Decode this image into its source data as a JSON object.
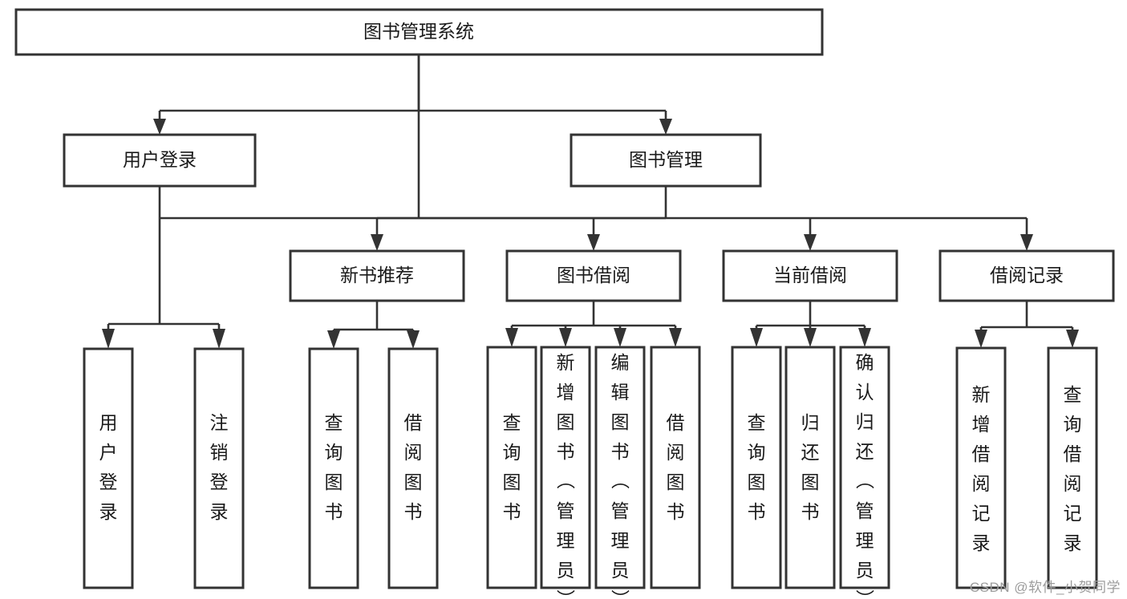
{
  "diagram": {
    "type": "tree-hierarchy-chart",
    "title": "图书管理系统",
    "watermark": "CSDN @软件_小贺同学",
    "colors": {
      "box_fill": "#ffffff",
      "box_stroke": "#333333",
      "text": "#1a1a1a",
      "connector": "#333333",
      "watermark": "#9c9c9c",
      "background": "#ffffff"
    },
    "nodes": {
      "root": {
        "label": "图书管理系统",
        "level": 1,
        "orientation": "horizontal"
      },
      "level2": [
        {
          "id": "user-login",
          "label": "用户登录",
          "orientation": "horizontal"
        },
        {
          "id": "book-management",
          "label": "图书管理",
          "orientation": "horizontal"
        }
      ],
      "level3": [
        {
          "id": "new-book-recommend",
          "label": "新书推荐",
          "orientation": "horizontal"
        },
        {
          "id": "book-borrow",
          "label": "图书借阅",
          "orientation": "horizontal"
        },
        {
          "id": "current-borrow",
          "label": "当前借阅",
          "orientation": "horizontal"
        },
        {
          "id": "borrow-record",
          "label": "借阅记录",
          "orientation": "horizontal"
        }
      ],
      "leaves": [
        {
          "id": "leaf-user-login",
          "label": "用户登录",
          "parent": "user-login",
          "orientation": "vertical"
        },
        {
          "id": "leaf-logout-login",
          "label": "注销登录",
          "parent": "user-login",
          "orientation": "vertical"
        },
        {
          "id": "leaf-query-book-1",
          "label": "查询图书",
          "parent": "new-book-recommend",
          "orientation": "vertical"
        },
        {
          "id": "leaf-borrow-book-1",
          "label": "借阅图书",
          "parent": "new-book-recommend",
          "orientation": "vertical"
        },
        {
          "id": "leaf-query-book-2",
          "label": "查询图书",
          "parent": "book-borrow",
          "orientation": "vertical"
        },
        {
          "id": "leaf-add-book",
          "label": "新增图书（管理员）",
          "parent": "book-borrow",
          "orientation": "vertical"
        },
        {
          "id": "leaf-edit-book",
          "label": "编辑图书（管理员）",
          "parent": "book-borrow",
          "orientation": "vertical"
        },
        {
          "id": "leaf-borrow-book-2",
          "label": "借阅图书",
          "parent": "book-borrow",
          "orientation": "vertical"
        },
        {
          "id": "leaf-query-book-3",
          "label": "查询图书",
          "parent": "current-borrow",
          "orientation": "vertical"
        },
        {
          "id": "leaf-return-book",
          "label": "归还图书",
          "parent": "current-borrow",
          "orientation": "vertical"
        },
        {
          "id": "leaf-confirm-return",
          "label": "确认归还（管理员）",
          "parent": "current-borrow",
          "orientation": "vertical"
        },
        {
          "id": "leaf-add-record",
          "label": "新增借阅记录",
          "parent": "borrow-record",
          "orientation": "vertical"
        },
        {
          "id": "leaf-query-record",
          "label": "查询借阅记录",
          "parent": "borrow-record",
          "orientation": "vertical"
        }
      ]
    }
  }
}
